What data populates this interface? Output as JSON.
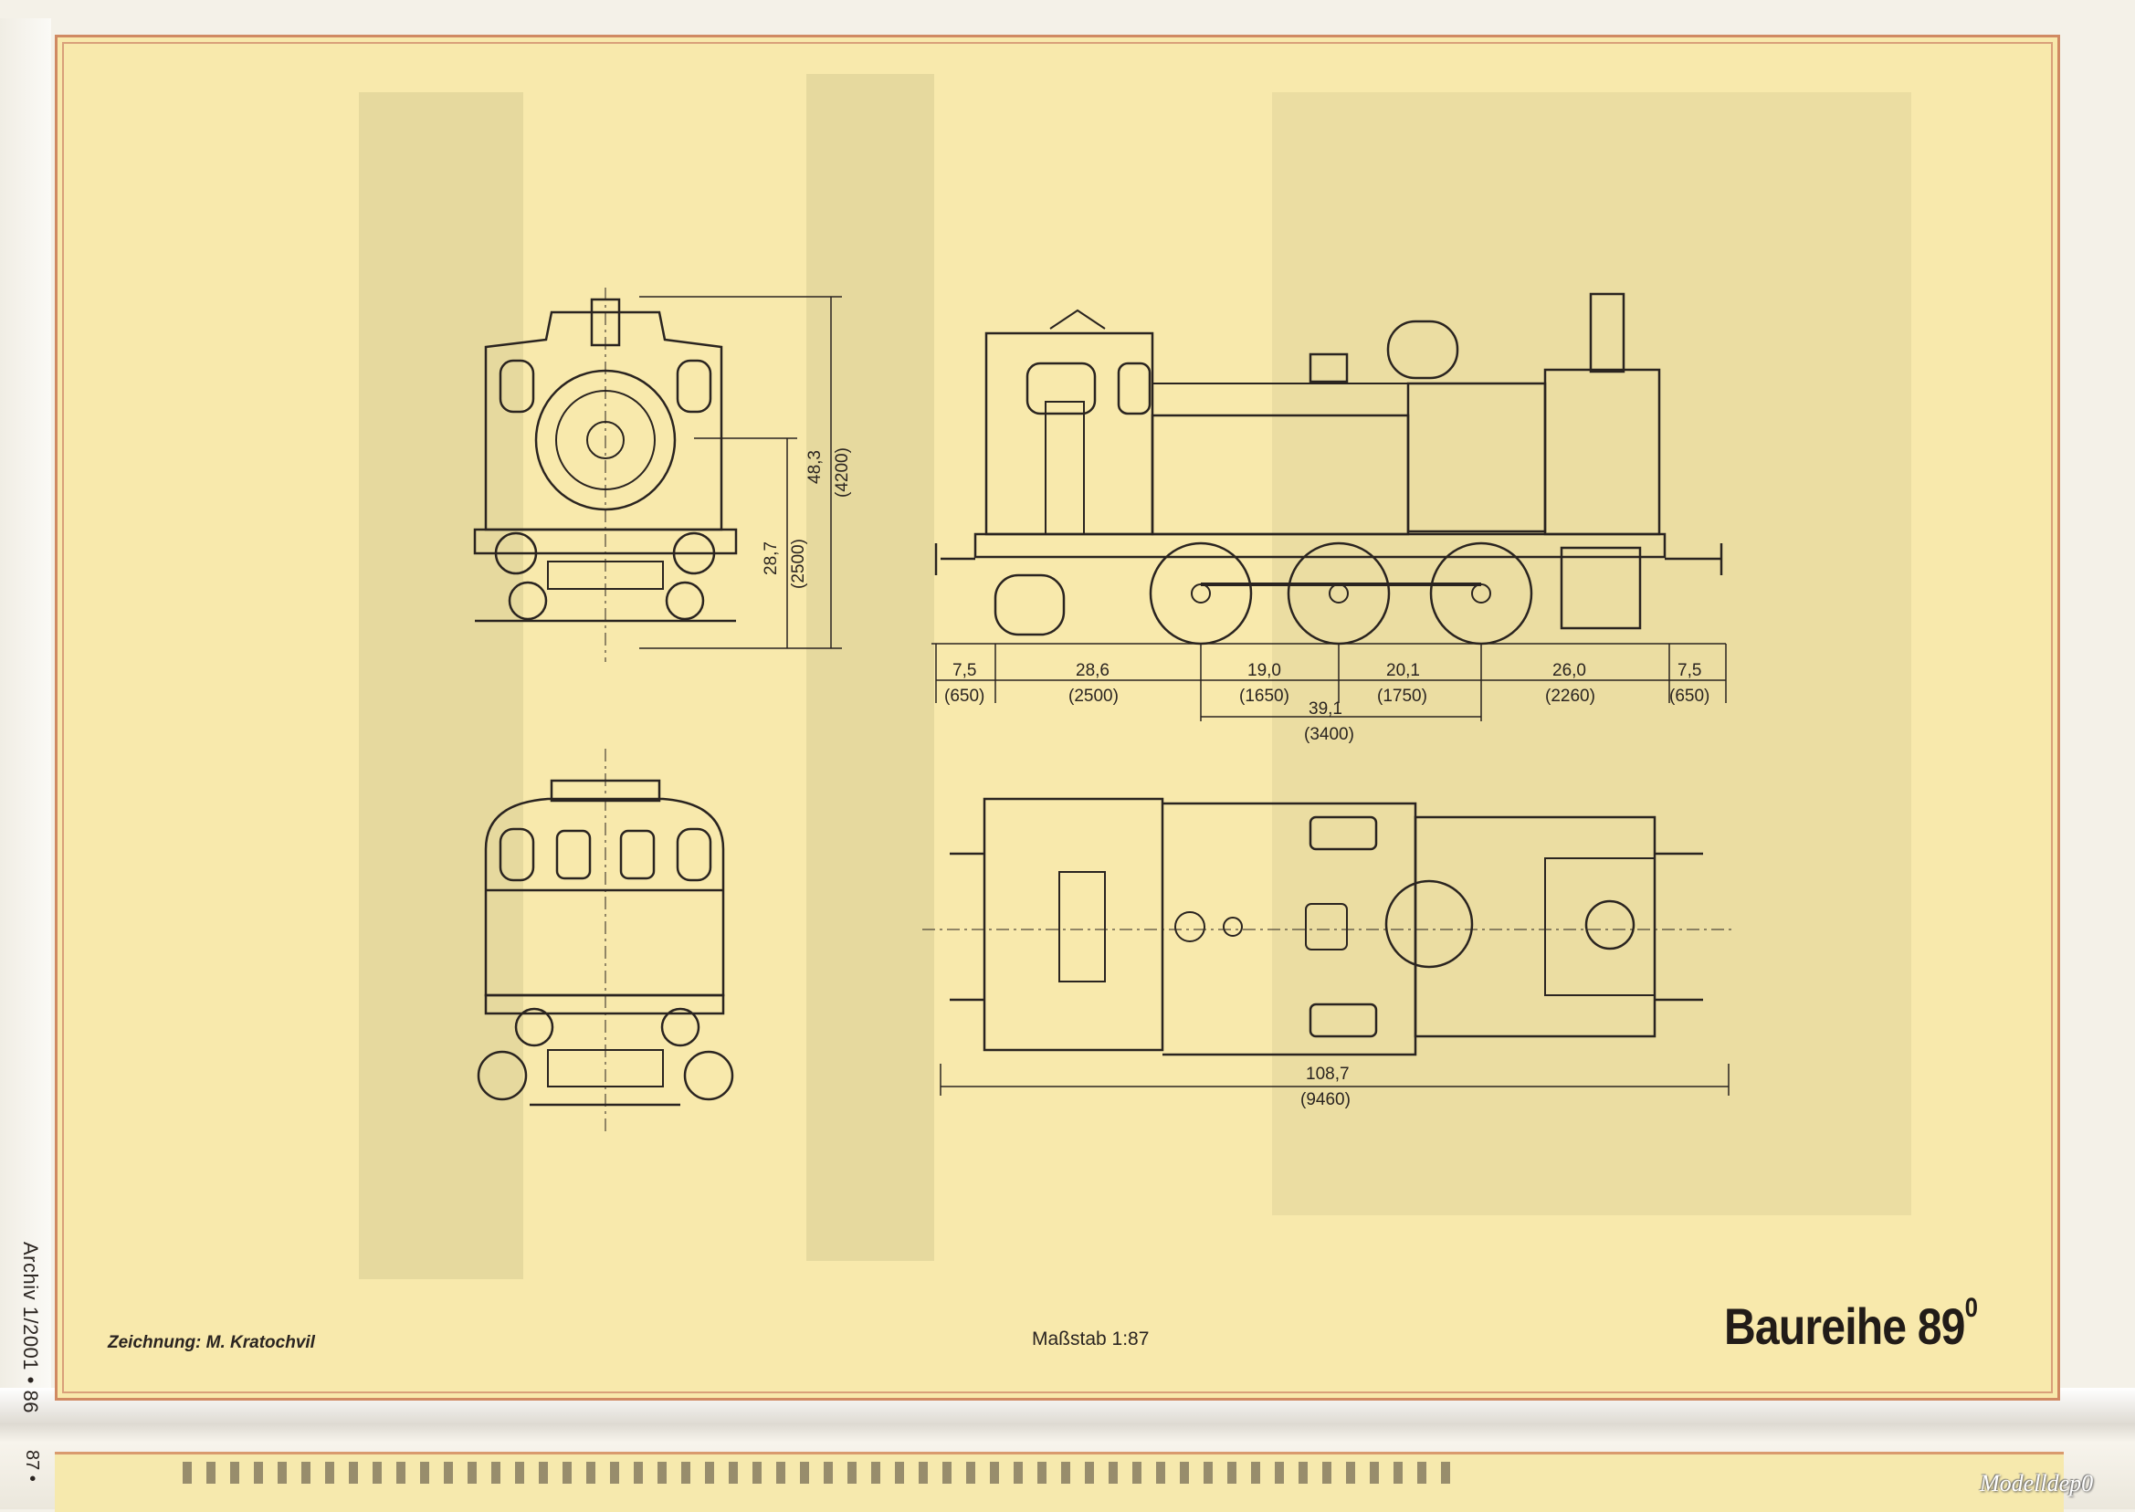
{
  "side": {
    "issue": "Archiv 1/2001",
    "page_left": "86",
    "page_right": "87"
  },
  "plate": {
    "credit": "Zeichnung: M. Kratochvil",
    "scale": "Maßstab 1:87",
    "title_main": "Baureihe 89",
    "title_sup": "0"
  },
  "dimensions": {
    "height_boiler": "28,7",
    "height_boiler_mm": "(2500)",
    "height_total": "48,3",
    "height_total_mm": "(4200)",
    "len_buffer_front": "7,5",
    "len_buffer_front_mm": "(650)",
    "len_cab": "28,6",
    "len_cab_mm": "(2500)",
    "wheelbase_1": "19,0",
    "wheelbase_1_mm": "(1650)",
    "wheelbase_2": "20,1",
    "wheelbase_2_mm": "(1750)",
    "len_front": "26,0",
    "len_front_mm": "(2260)",
    "len_buffer_rear": "7,5",
    "len_buffer_rear_mm": "(650)",
    "wheelbase_total": "39,1",
    "wheelbase_total_mm": "(3400)",
    "length_total": "108,7",
    "length_total_mm": "(9460)"
  },
  "watermark": "Modelldep0",
  "colors": {
    "paper": "#f8e9ac",
    "frame": "#d08a63",
    "ink": "#2a2420"
  }
}
